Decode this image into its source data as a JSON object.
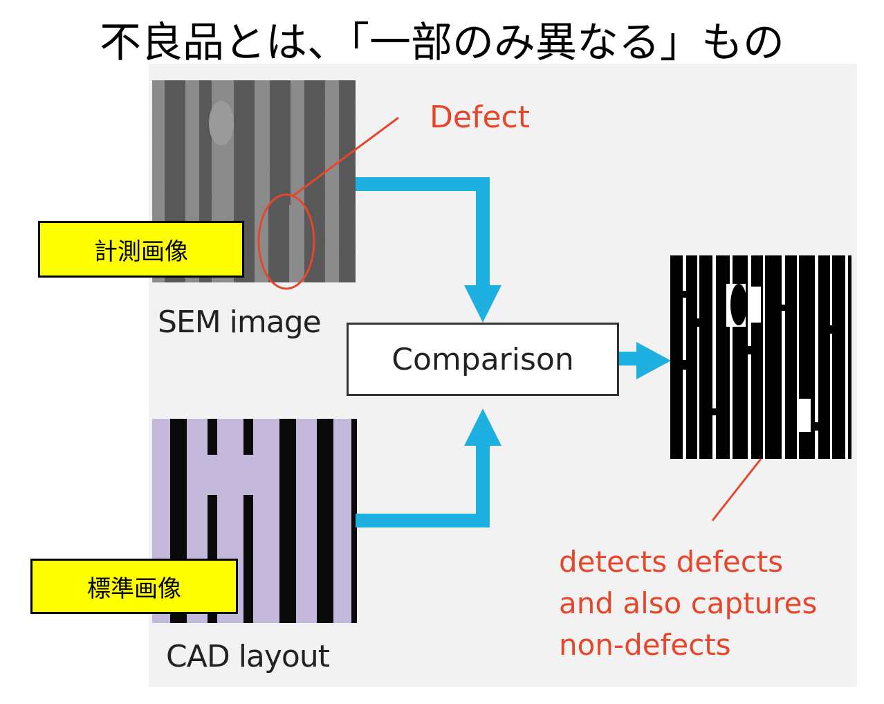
{
  "title": "不良品とは、「一部のみ異なる」もの",
  "diagram": {
    "sem_caption": "SEM image",
    "cad_caption": "CAD layout",
    "defect_label": "Defect",
    "comparison_label": "Comparison",
    "result_note_lines": [
      "detects defects",
      "and also captures",
      "non-defects"
    ]
  },
  "tags": {
    "measured": "計測画像",
    "reference": "標準画像"
  },
  "colors": {
    "arrow": "#1fb0e2",
    "annotation": "#e8462a",
    "cad_fill": "#c4b9dc",
    "tag_fill": "#ffff00",
    "panel_bg": "#f2f2f2"
  }
}
